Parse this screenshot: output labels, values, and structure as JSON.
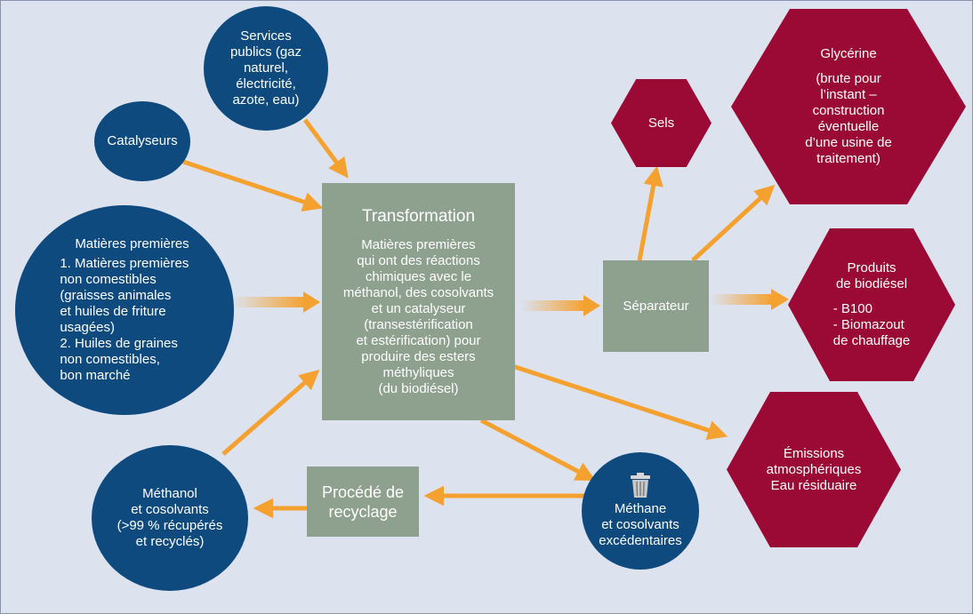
{
  "nodes": {
    "services": "Services\npublics (gaz\nnaturel,\nélectricité,\nazote, eau)",
    "catalyseurs": "Catalyseurs",
    "matieres": {
      "title": "Matières premières",
      "items": "1. Matières premières\n    non comestibles\n    (graisses animales\n    et huiles de friture\n    usagées)\n2. Huiles de graines\n    non comestibles,\n    bon marché"
    },
    "methanol": "Méthanol\net cosolvants\n(>99 % récupérés\net recyclés)",
    "transformation": {
      "title": "Transformation",
      "body": "Matières premières\nqui ont des réactions\nchimiques avec le\nméthanol, des cosolvants\net un catalyseur\n(transestérification\net estérification) pour\nproduire des esters\nméthyliques\n(du biodiésel)"
    },
    "recyclage": "Procédé de\nrecyclage",
    "separateur": "Séparateur",
    "sels": "Sels",
    "glycerine": {
      "title": "Glycérine",
      "body": "(brute pour\nl’instant –\nconstruction\néventuelle\nd’une usine de\ntraitement)"
    },
    "produits": {
      "title": "Produits\nde biodiésel",
      "items": "- B100\n- Biomazout\n  de chauffage"
    },
    "emissions": "Émissions\natmosphériques\nEau résiduaire",
    "methane": "Méthane\net cosolvants\nexcédentaires"
  },
  "colors": {
    "background": "#dce2ee",
    "circle": "#0f4a7e",
    "box": "#8ea08e",
    "hexagon": "#9a0a34",
    "arrow": "#f5a130"
  },
  "icons": {
    "methane": "trash-can-icon"
  }
}
